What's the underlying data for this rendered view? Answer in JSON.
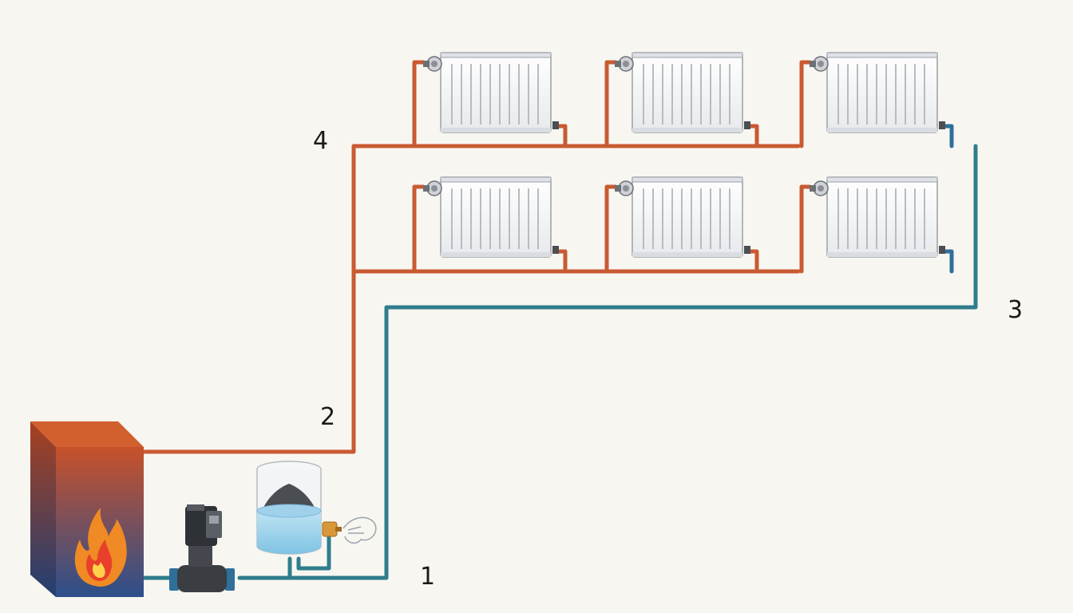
{
  "labels": {
    "point_1": "1",
    "point_2": "2",
    "point_3": "3",
    "point_4": "4"
  },
  "colors": {
    "supply_pipe": "#c85a32",
    "return_pipe": "#2f7d8c",
    "background": "#f8f6f1",
    "boiler_top": "#c8512a",
    "boiler_bottom": "#2c4f8c",
    "flame": "#f08a24"
  },
  "icons": [
    "boiler-icon",
    "flame-icon",
    "circulation-pump-icon",
    "expansion-tank-icon",
    "safety-valve-icon",
    "steam-icon",
    "radiator-icon",
    "thermostatic-valve-icon",
    "return-valve-icon"
  ],
  "radiators": {
    "rows": 2,
    "per_row": 3
  }
}
